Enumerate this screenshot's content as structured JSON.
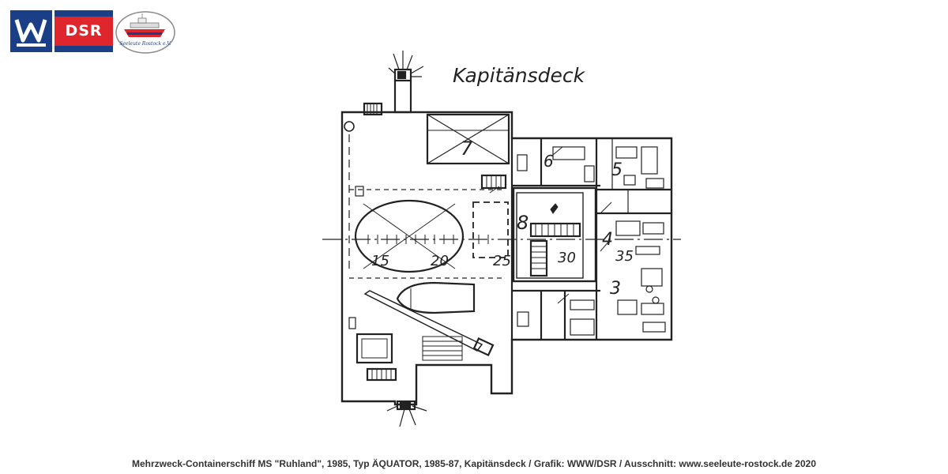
{
  "logos": {
    "left_icon": "ww-emblem-icon",
    "dsr_text": "DSR",
    "seal_text": "Seeleute Rostock e.V."
  },
  "plan": {
    "title": "Kapitänsdeck",
    "room_numbers": [
      "7",
      "6",
      "5",
      "8",
      "4",
      "3"
    ],
    "frame_numbers": [
      "15",
      "20",
      "25",
      "30",
      "35"
    ]
  },
  "caption": "Mehrzweck-Containerschiff MS \"Ruhland\", 1985, Typ ÄQUATOR, 1985-87, Kapitänsdeck / Grafik: WWW/DSR / Ausschnitt: www.seeleute-rostock.de 2020",
  "colors": {
    "ink": "#222222",
    "navy": "#1a3f86",
    "red": "#e0262d"
  }
}
